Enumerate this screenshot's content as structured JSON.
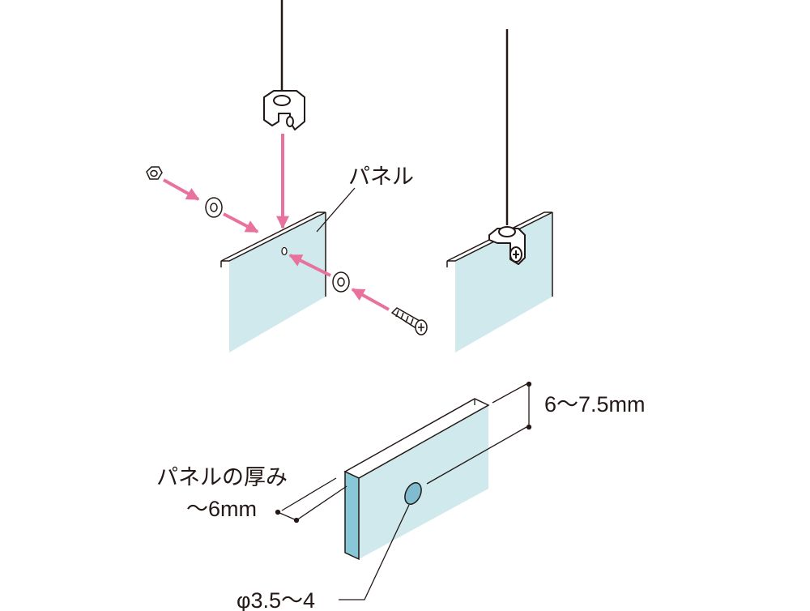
{
  "labels": {
    "panel": "パネル",
    "gap": "6〜7.5mm",
    "thickness_line1": "パネルの厚み",
    "thickness_line2": "〜6mm",
    "hole": "φ3.5〜4"
  },
  "colors": {
    "panel_fill": "#cfe9ec",
    "panel_edge": "#88c7d8",
    "line": "#231815",
    "arrow": "#e8729d",
    "hole": "#7fbcd0"
  }
}
